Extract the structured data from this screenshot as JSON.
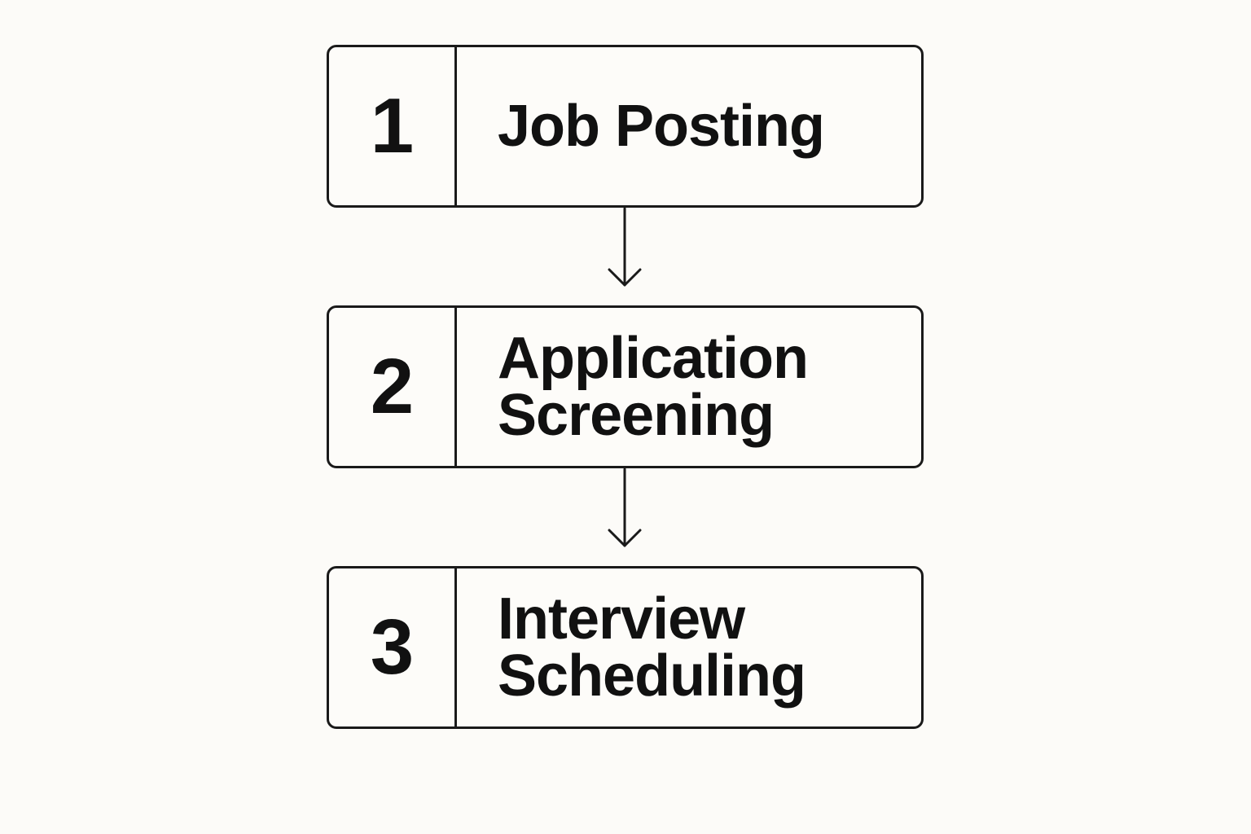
{
  "steps": [
    {
      "number": "1",
      "label": "Job Posting"
    },
    {
      "number": "2",
      "label": "Application\nScreening"
    },
    {
      "number": "3",
      "label": "Interview\nScheduling"
    }
  ],
  "colors": {
    "background": "#fcfbf8",
    "stroke": "#1a1a1a",
    "text": "#111111"
  }
}
